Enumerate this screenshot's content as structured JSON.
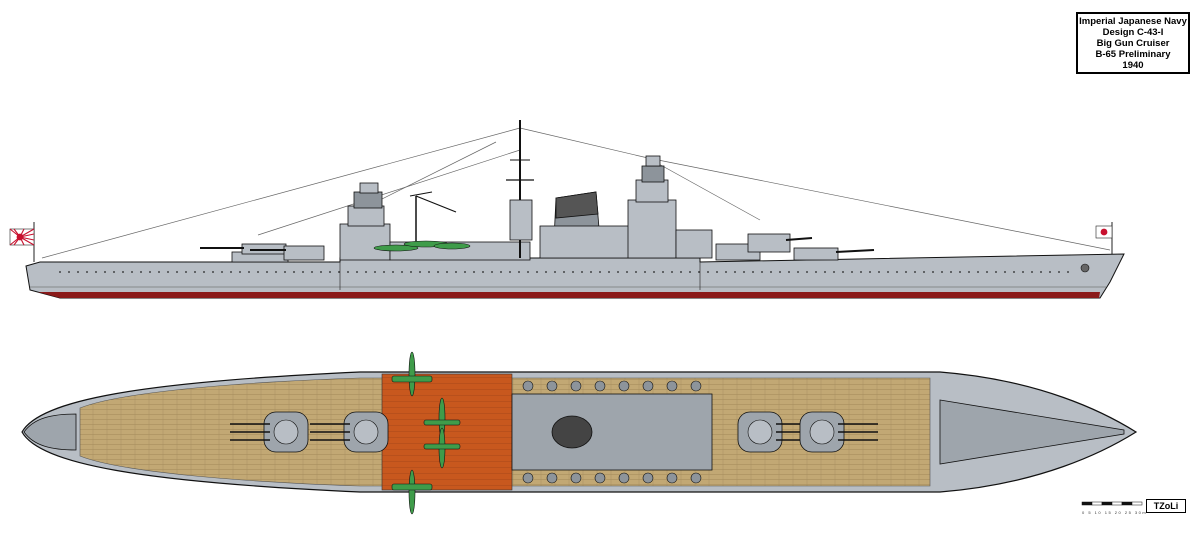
{
  "title_block": {
    "lines": [
      "Imperial Japanese Navy",
      "Design C-43-I",
      "Big Gun Cruiser",
      "B-65 Preliminary",
      "1940"
    ]
  },
  "views": {
    "profile": "side-profile-elevation",
    "plan": "top-down-deck-plan"
  },
  "flags": [
    "rising-sun-naval-ensign",
    "hinomaru-jack"
  ],
  "scale": {
    "meters": [
      0,
      5,
      10,
      15,
      20,
      25,
      30
    ],
    "caption": "0 5 10 15 20 25 30m"
  },
  "author_logo": "TZoLi",
  "colors": {
    "hull_grey": "#b8bec5",
    "dark_grey": "#8d949b",
    "boot_topping": "#8a1a1a",
    "wood_deck": "#c2a874",
    "linoleum_deck": "#c8581e",
    "aircraft_green": "#3f9c4a",
    "outline": "#111111"
  }
}
